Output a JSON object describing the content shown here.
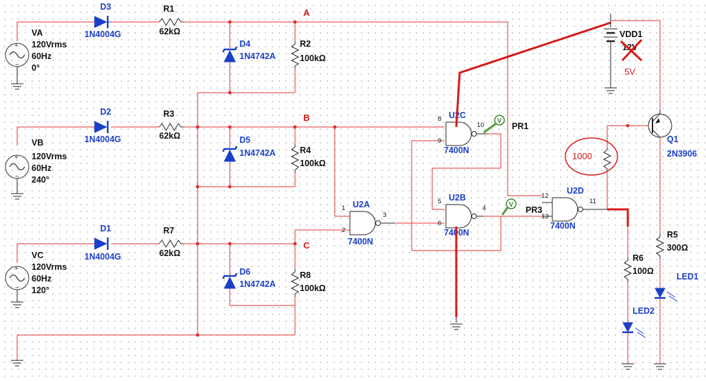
{
  "sources": [
    {
      "name": "VA",
      "amplitude": "120Vrms",
      "frequency": "60Hz",
      "phase": "0°"
    },
    {
      "name": "VB",
      "amplitude": "120Vrms",
      "frequency": "60Hz",
      "phase": "240°"
    },
    {
      "name": "VC",
      "amplitude": "120Vrms",
      "frequency": "60Hz",
      "phase": "120°"
    }
  ],
  "diodes": {
    "D3": {
      "ref": "D3",
      "part": "1N4004G"
    },
    "D2": {
      "ref": "D2",
      "part": "1N4004G"
    },
    "D1": {
      "ref": "D1",
      "part": "1N4004G"
    },
    "D4": {
      "ref": "D4",
      "part": "1N4742A"
    },
    "D5": {
      "ref": "D5",
      "part": "1N4742A"
    },
    "D6": {
      "ref": "D6",
      "part": "1N4742A"
    }
  },
  "resistors": {
    "R1": {
      "ref": "R1",
      "value": "62kΩ"
    },
    "R3": {
      "ref": "R3",
      "value": "62kΩ"
    },
    "R7": {
      "ref": "R7",
      "value": "62kΩ"
    },
    "R2": {
      "ref": "R2",
      "value": "100kΩ"
    },
    "R4": {
      "ref": "R4",
      "value": "100kΩ"
    },
    "R8": {
      "ref": "R8",
      "value": "100kΩ"
    },
    "R5": {
      "ref": "R5",
      "value": "300Ω"
    },
    "R6": {
      "ref": "R6",
      "value": "100Ω"
    }
  },
  "nodes": {
    "A": "A",
    "B": "B",
    "C": "C"
  },
  "gates": {
    "U2A": {
      "ref": "U2A",
      "part": "7400N",
      "pin_in1": "1",
      "pin_in2": "2",
      "pin_out": "3"
    },
    "U2B": {
      "ref": "U2B",
      "part": "7400N",
      "pin_in1": "5",
      "pin_in2": "6",
      "pin_out": "4"
    },
    "U2C": {
      "ref": "U2C",
      "part": "7400N",
      "pin_in1": "8",
      "pin_in2": "9",
      "pin_out": "10"
    },
    "U2D": {
      "ref": "U2D",
      "part": "7400N",
      "pin_in1": "12",
      "pin_in2": "13",
      "pin_out": "11"
    }
  },
  "probes": {
    "PR1": "PR1",
    "PR3": "PR3",
    "glyph": "V"
  },
  "supply": {
    "ref": "VDD1",
    "value": "12V",
    "note": "5V"
  },
  "transistor": {
    "ref": "Q1",
    "part": "2N3906"
  },
  "leds": {
    "LED1": "LED1",
    "LED2": "LED2"
  },
  "annotation": {
    "text": "1000"
  }
}
